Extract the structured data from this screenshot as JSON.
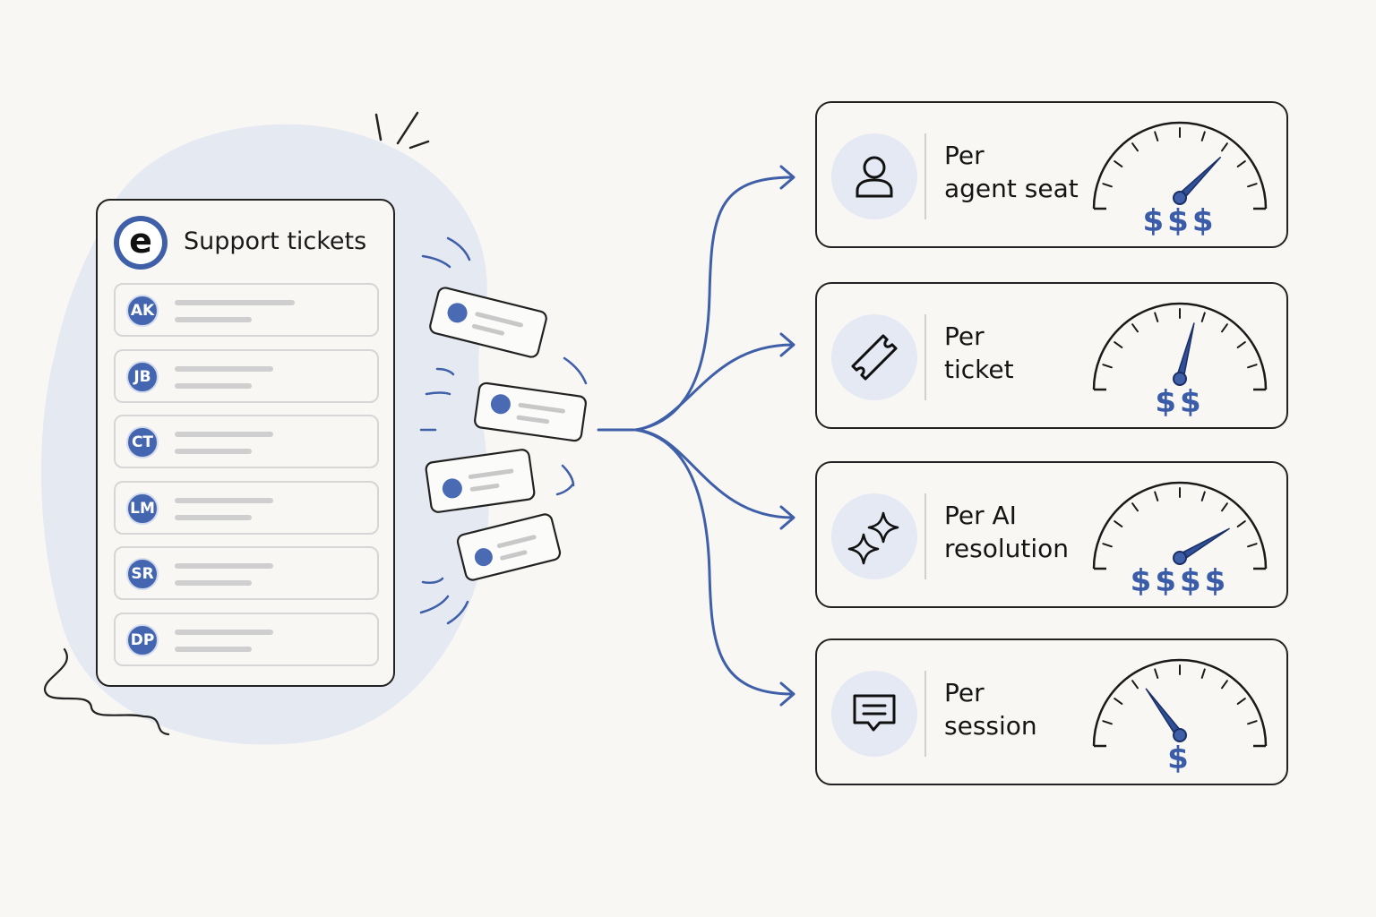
{
  "tickets_panel": {
    "title": "Support tickets",
    "logo_letter": "e",
    "tickets": [
      {
        "initials": "AK"
      },
      {
        "initials": "JB"
      },
      {
        "initials": "CT"
      },
      {
        "initials": "LM"
      },
      {
        "initials": "SR"
      },
      {
        "initials": "DP"
      }
    ]
  },
  "pricing_models": [
    {
      "label_line1": "Per",
      "label_line2": "agent seat",
      "icon": "person-icon",
      "price": "$$$",
      "gauge_level": 0.75
    },
    {
      "label_line1": "Per",
      "label_line2": "ticket",
      "icon": "ticket-icon",
      "price": "$$",
      "gauge_level": 0.58
    },
    {
      "label_line1": "Per AI",
      "label_line2": "resolution",
      "icon": "sparkles-icon",
      "price": "$$$$",
      "gauge_level": 0.83
    },
    {
      "label_line1": "Per",
      "label_line2": "session",
      "icon": "chat-icon",
      "price": "$",
      "gauge_level": 0.3
    }
  ],
  "colors": {
    "accent": "#3f5fa8",
    "blob": "#e5e9f2",
    "ink": "#1c1c1c"
  }
}
